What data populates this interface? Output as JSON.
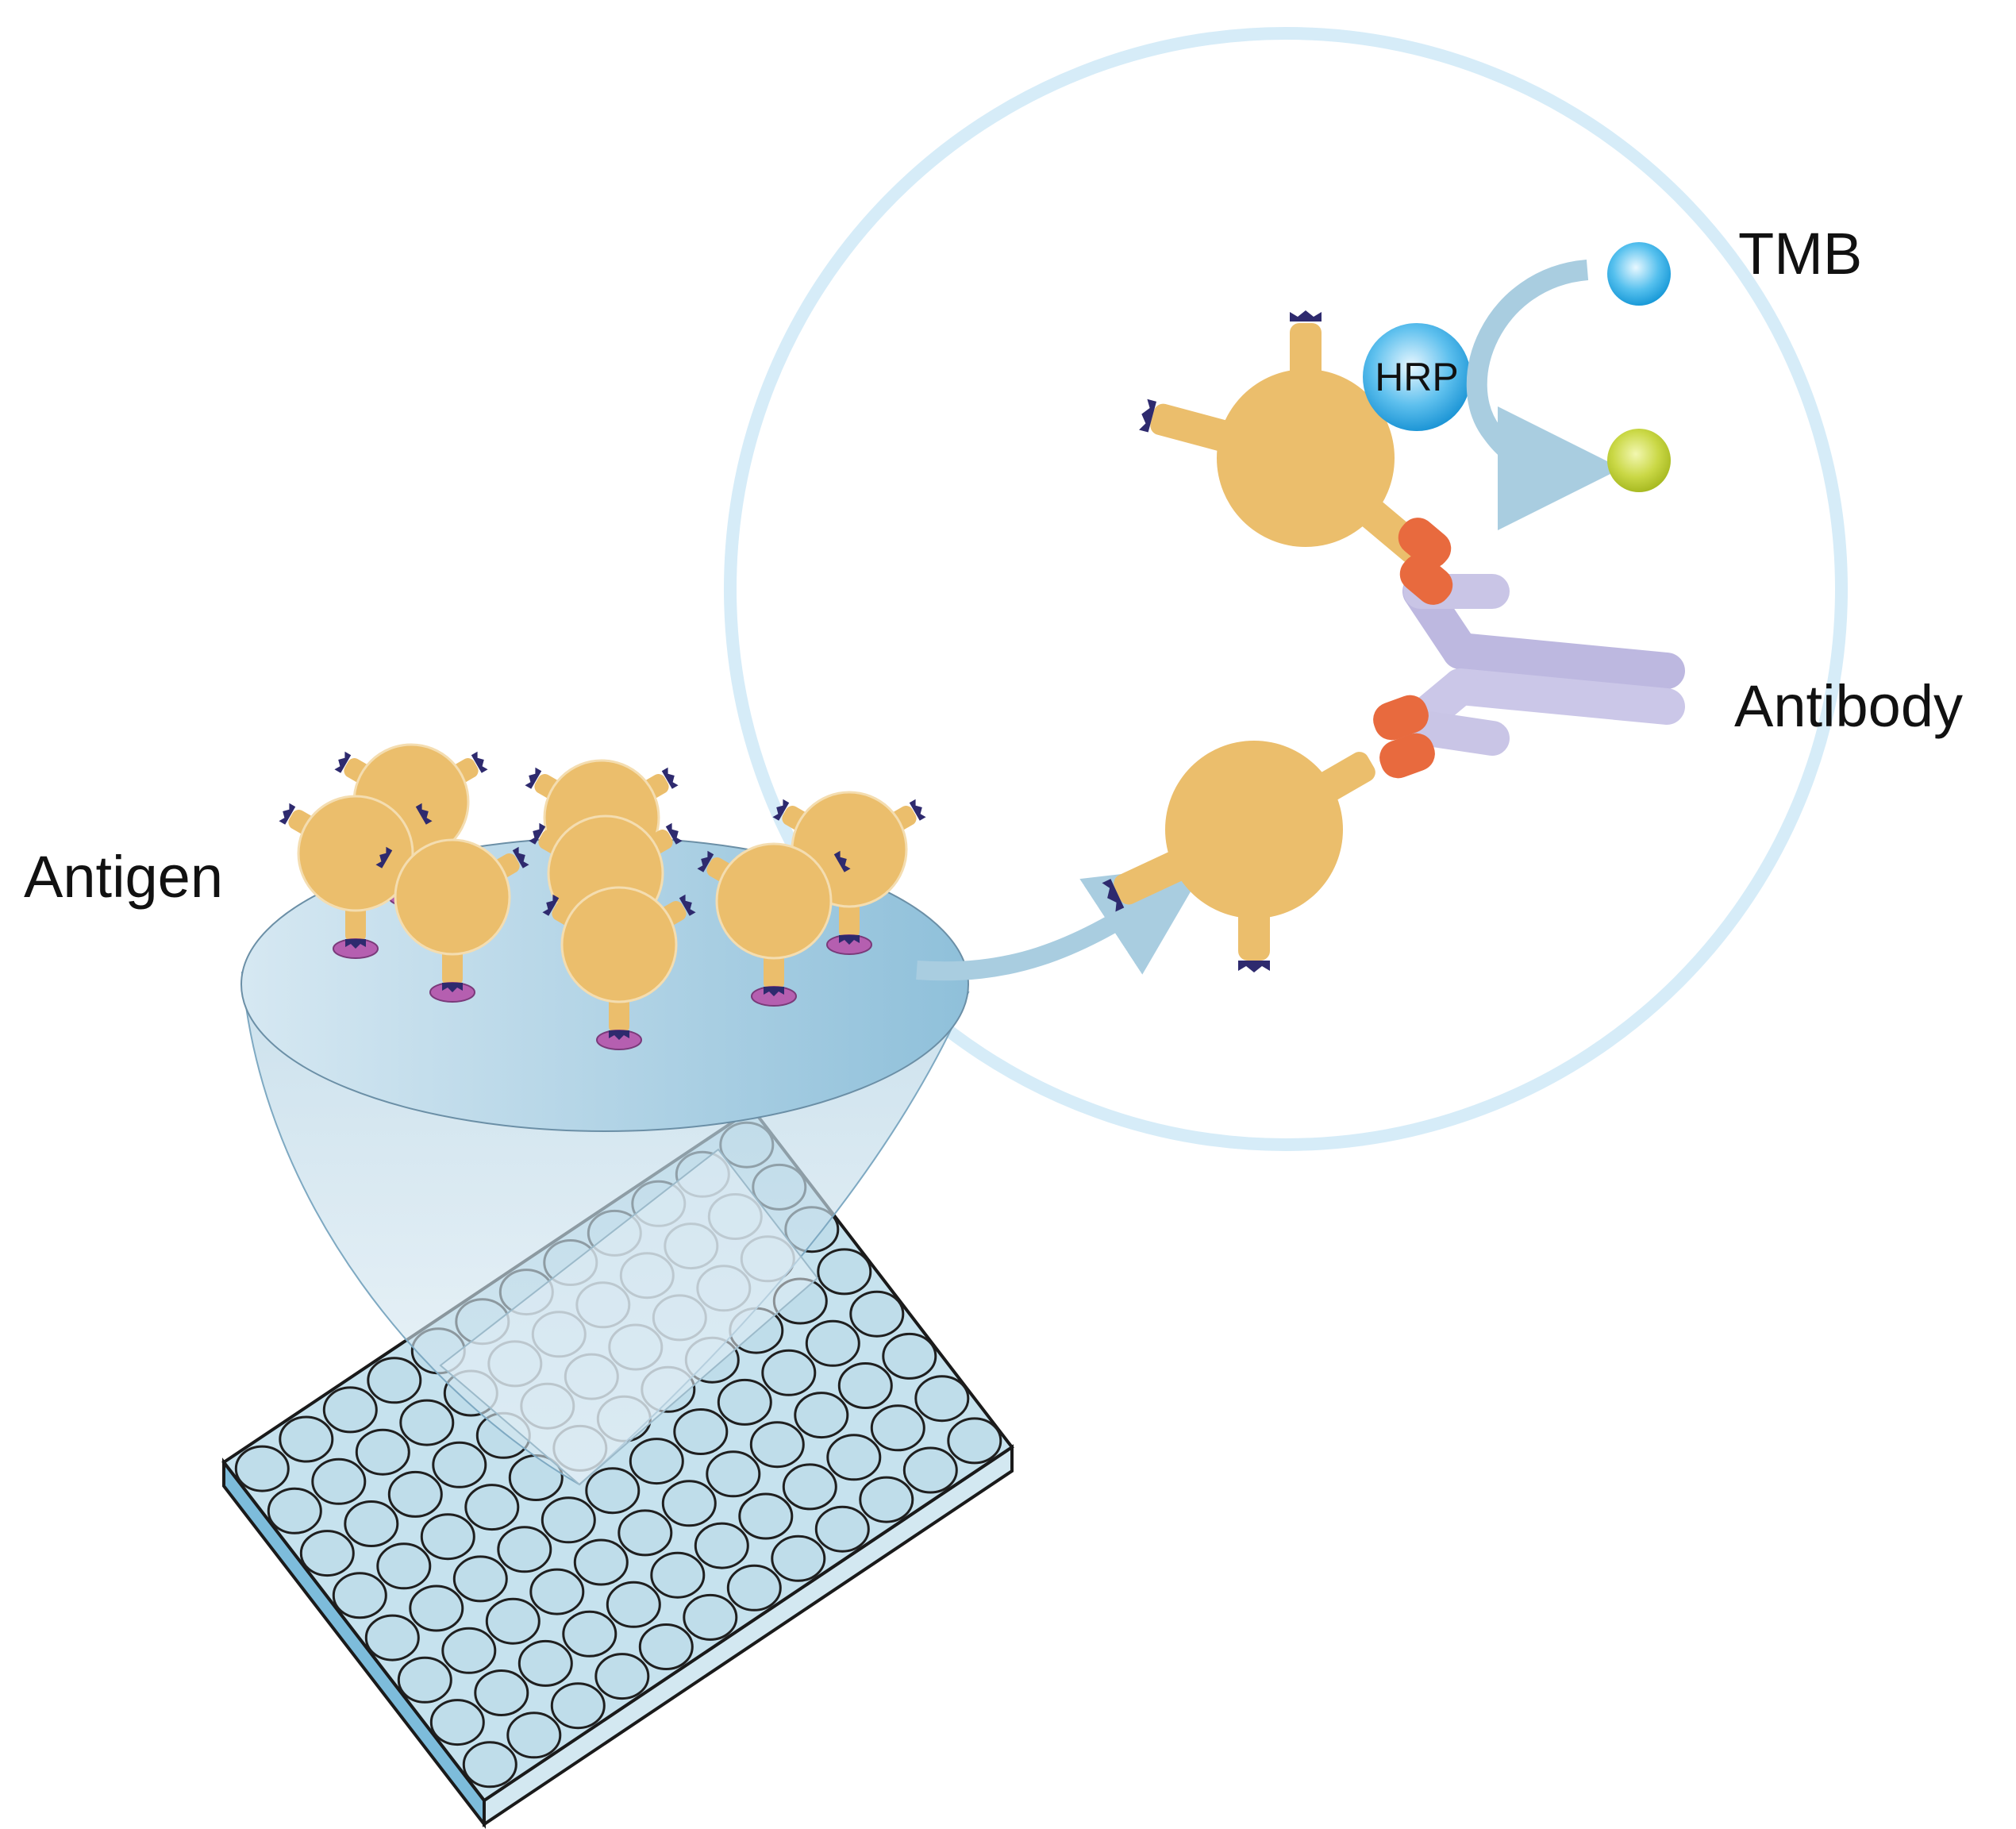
{
  "labels": {
    "antigen": "Antigen",
    "antibody": "Antibody",
    "hrp": "HRP",
    "tmb": "TMB"
  },
  "colors": {
    "antigen_fill": "#EBBE6C",
    "antigen_tip": "#2E2A6E",
    "anchor_pink": "#B55FB0",
    "antibody_fill": "#C9C5E6",
    "antibody_tip": "#E86A3E",
    "hrp_blue": "#2FA4DE",
    "tmb_blue": "#35B5E8",
    "product_green": "#C2D43E",
    "arrow_blue": "#A9CDE0",
    "circle_ring": "#D6ECF8",
    "plate_top": "#C6E2EE",
    "plate_side": "#7DBCDB",
    "cone_fill": "#B9D6E6"
  },
  "plate": {
    "rows": 8,
    "columns": 12
  }
}
